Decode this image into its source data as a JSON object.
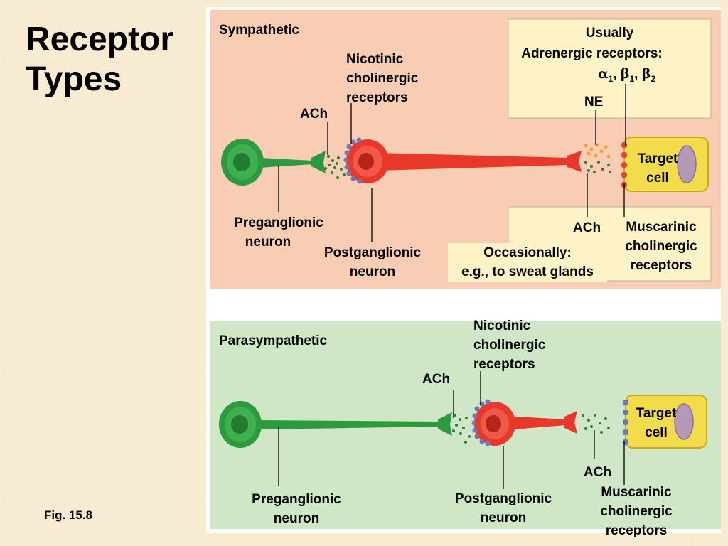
{
  "slide": {
    "title_line1": "Receptor",
    "title_line2": "Types",
    "figure_ref": "Fig. 15.8"
  },
  "sympathetic": {
    "heading": "Sympathetic",
    "nicotinic_line1": "Nicotinic",
    "nicotinic_line2": "cholinergic",
    "nicotinic_line3": "receptors",
    "ach_pre": "ACh",
    "pre_line1": "Preganglionic",
    "pre_line2": "neuron",
    "post_line1": "Postganglionic",
    "post_line2": "neuron",
    "usually_line1": "Usually",
    "usually_line2": "Adrenergic receptors:",
    "alpha": "α",
    "beta": "β",
    "sub1": "1",
    "sub2": "2",
    "sep": ", ",
    "ne": "NE",
    "target_line1": "Target",
    "target_line2": "cell",
    "ach_post": "ACh",
    "occasionally_line1": "Occasionally:",
    "occasionally_line2": "e.g., to sweat glands",
    "musc_line1": "Muscarinic",
    "musc_line2": "cholinergic",
    "musc_line3": "receptors"
  },
  "parasympathetic": {
    "heading": "Parasympathetic",
    "nicotinic_line1": "Nicotinic",
    "nicotinic_line2": "cholinergic",
    "nicotinic_line3": "receptors",
    "ach_pre": "ACh",
    "target_line1": "Target",
    "target_line2": "cell",
    "ach_post": "ACh",
    "pre_line1": "Preganglionic",
    "pre_line2": "neuron",
    "post_line1": "Postganglionic",
    "post_line2": "neuron",
    "musc_line1": "Muscarinic",
    "musc_line2": "cholinergic",
    "musc_line3": "receptors"
  },
  "colors": {
    "sympathetic_panel": "#f8cdb4",
    "parasympathetic_panel": "#cfe7c6",
    "note_box": "#fdf3c7",
    "preganglionic_neuron": "#2e9a3f",
    "postganglionic_neuron": "#e8382a",
    "target_cell": "#f2dc4c",
    "target_nucleus": "#b49ab8",
    "nicotinic_receptor": "#6a78b8",
    "adrenergic_receptor": "#e0463a",
    "ne_vesicle": "#f0a030",
    "ach_vesicle": "#2f7d3a"
  }
}
